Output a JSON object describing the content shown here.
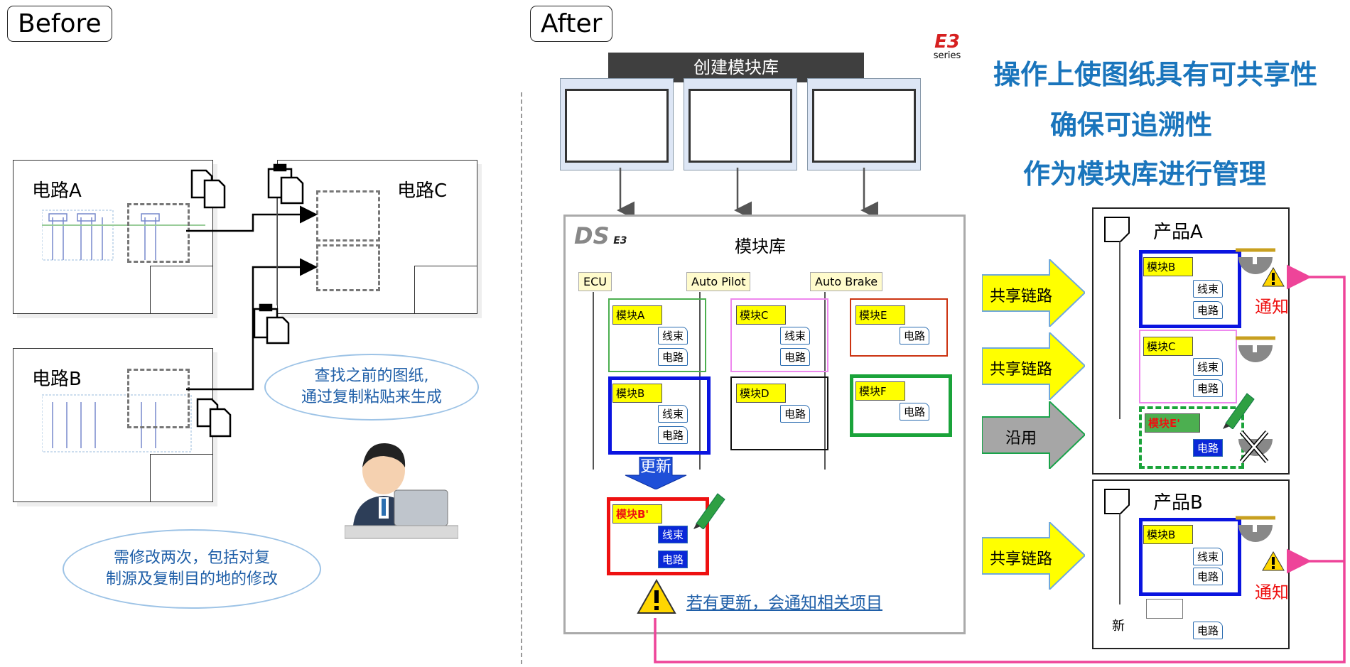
{
  "before": {
    "tag": "Before",
    "circuit_a": "电路A",
    "circuit_b": "电路B",
    "circuit_c": "电路C",
    "bubble_search": [
      "查找之前的图纸,",
      "通过复制粘贴来生成"
    ],
    "bubble_edit": [
      "需修改两次，包括对复",
      "制源及复制目的地的修改"
    ]
  },
  "after": {
    "tag": "After",
    "create_header": "创建模块库",
    "logo_e3": "E3",
    "logo_series": "series",
    "benefits": [
      "操作上使图纸具有可共享性",
      "确保可追溯性",
      "作为模块库进行管理"
    ],
    "library": {
      "title": "模块库",
      "logo": "DS",
      "logo_sub": "E3",
      "categories": [
        "ECU",
        "Auto Pilot",
        "Auto Brake"
      ],
      "modules": {
        "a": "模块A",
        "b": "模块B",
        "c": "模块C",
        "d": "模块D",
        "e": "模块E",
        "f": "模块F",
        "b2": "模块B'"
      },
      "harness": "线束",
      "circuit": "电路",
      "update": "更新",
      "notice": "若有更新，会通知相关项目"
    },
    "arrows": [
      "共享链路",
      "共享链路",
      "沿用",
      "共享链路"
    ],
    "product_a": {
      "title": "产品A",
      "modules": [
        "模块B",
        "模块C",
        "模块E'"
      ],
      "notify": "通知"
    },
    "product_b": {
      "title": "产品B",
      "modules": [
        "模块B"
      ],
      "new_label": "新",
      "notify": "通知"
    },
    "colors": {
      "accent_blue": "#1a75bc",
      "link_pink": "#ee4499",
      "yellow": "#ffff00",
      "red": "#ee1111"
    }
  }
}
